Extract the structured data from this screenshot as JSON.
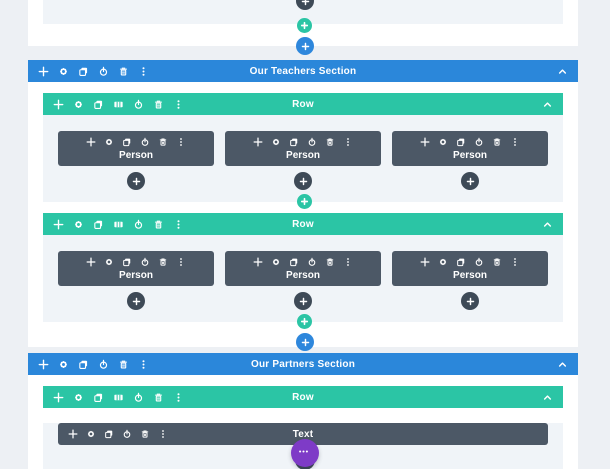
{
  "palette": {
    "section_blue": "#2b87da",
    "row_teal": "#2bc5a5",
    "module_gray": "#4c5866",
    "add_button_gray": "#3e4a57",
    "add_row_teal": "#2bc5a5",
    "add_section_blue": "#2e87dc",
    "settings_purple": "#7e3bc7",
    "page_background": "#edf0f4",
    "row_background": "#f0f4f8"
  },
  "buttons": {
    "add_module_icon": "plus",
    "add_row_icon": "plus",
    "add_section_icon": "plus",
    "expand_settings_icon": "more-horizontal"
  },
  "section_toolbar_icons": [
    "move",
    "settings",
    "duplicate",
    "disable",
    "delete",
    "more"
  ],
  "row_toolbar_icons": [
    "move",
    "settings",
    "duplicate",
    "columns",
    "disable",
    "delete",
    "more"
  ],
  "module_toolbar_icons": [
    "move",
    "settings",
    "duplicate",
    "disable",
    "delete",
    "more"
  ],
  "collapse_icon": "chevron-up",
  "sections": [
    {
      "title": "Our Teachers Section",
      "rows": [
        {
          "label": "Row",
          "modules": [
            {
              "label": "Person"
            },
            {
              "label": "Person"
            },
            {
              "label": "Person"
            }
          ]
        },
        {
          "label": "Row",
          "modules": [
            {
              "label": "Person"
            },
            {
              "label": "Person"
            },
            {
              "label": "Person"
            }
          ]
        }
      ]
    },
    {
      "title": "Our Partners Section",
      "rows": [
        {
          "label": "Row",
          "modules": [
            {
              "label": "Text"
            }
          ]
        }
      ]
    }
  ]
}
